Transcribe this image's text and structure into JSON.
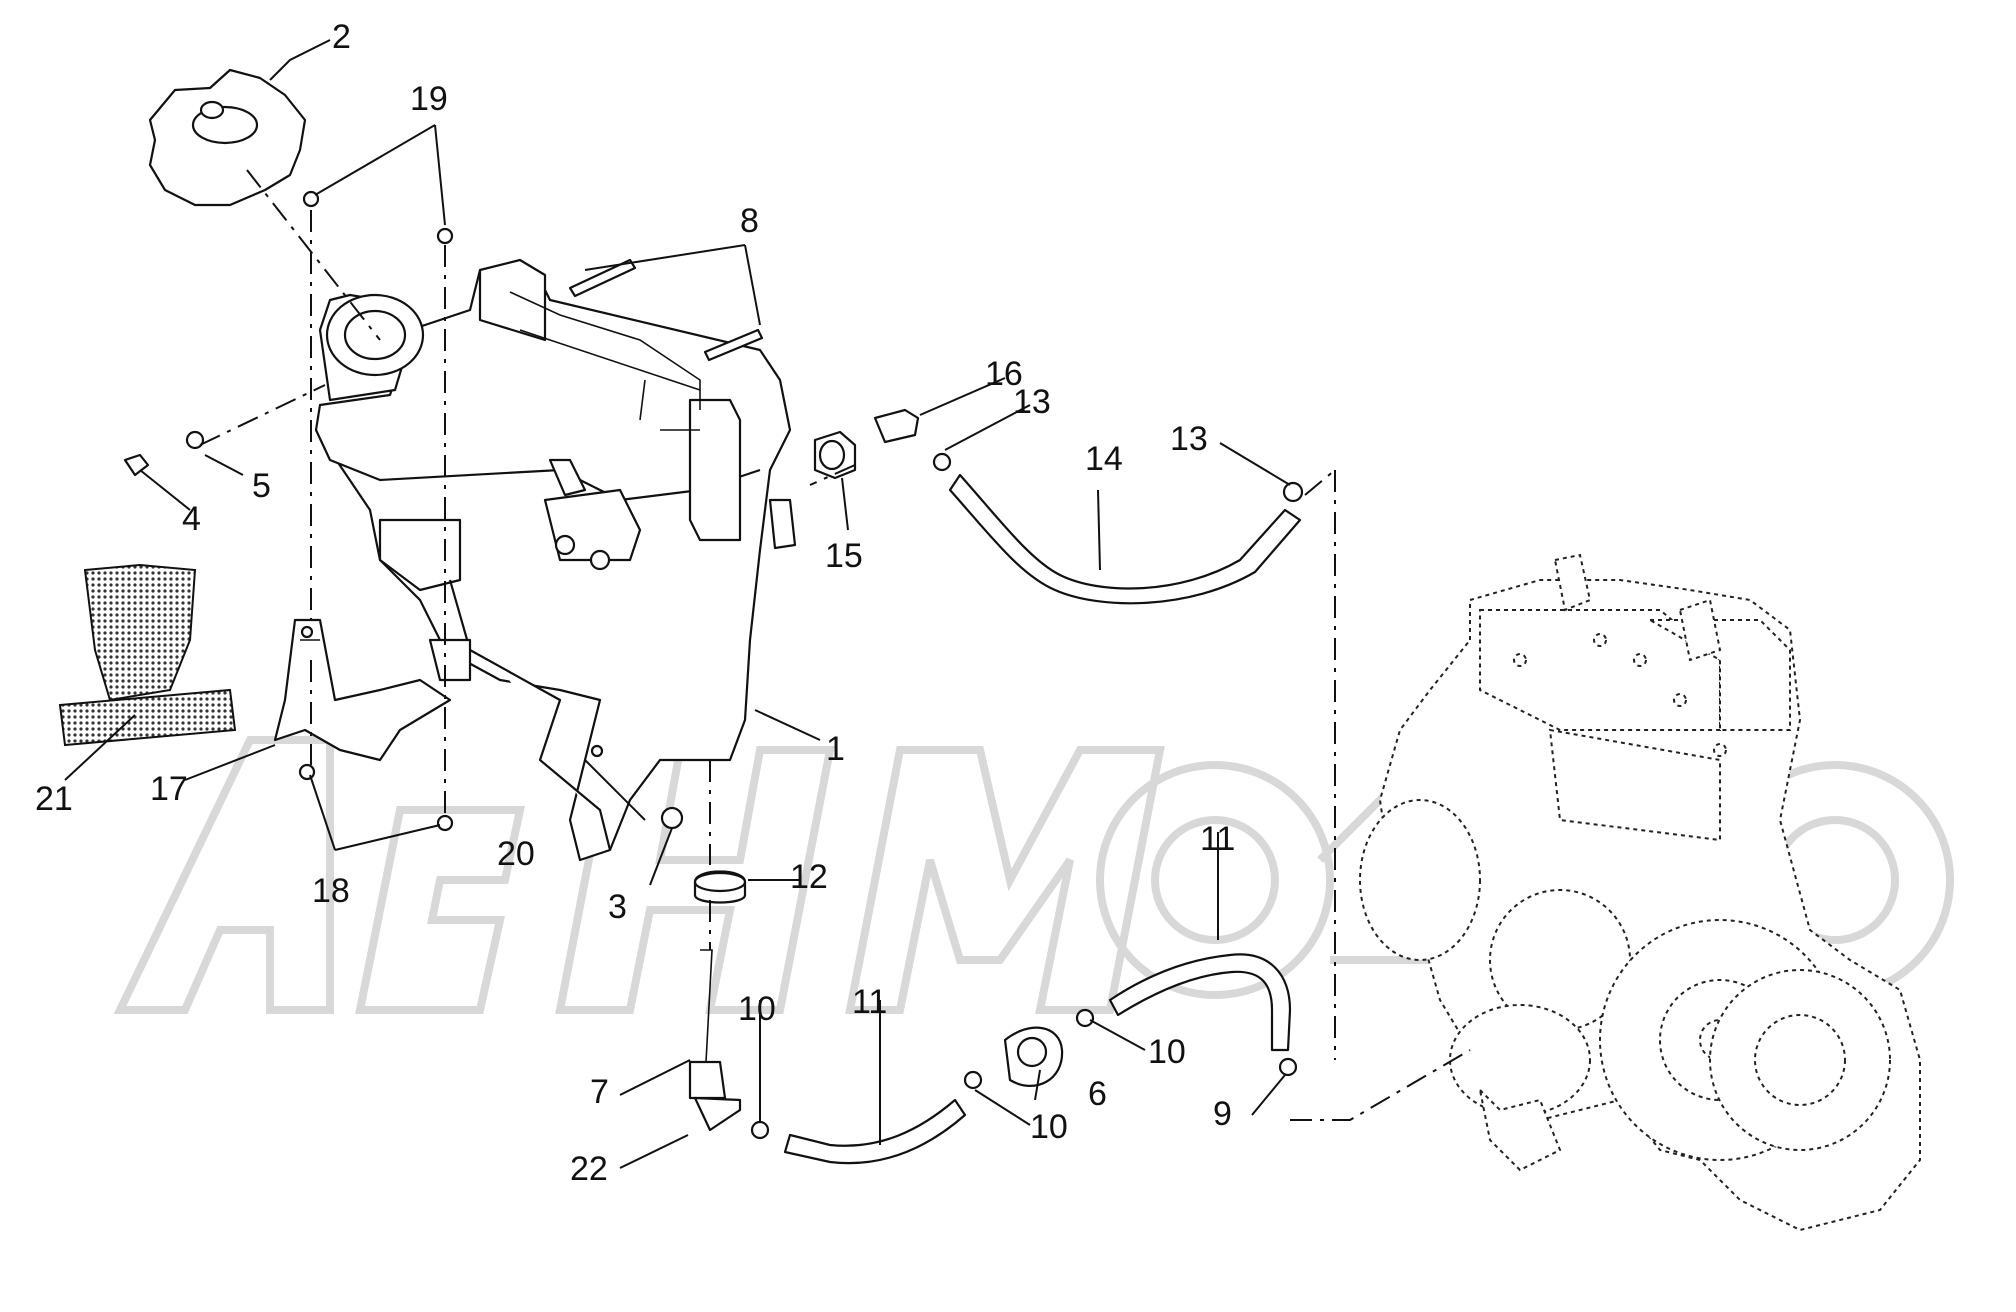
{
  "watermark": "",
  "labels": {
    "l1": "1",
    "l2": "2",
    "l3": "3",
    "l4": "4",
    "l5": "5",
    "l6": "6",
    "l7": "7",
    "l8": "8",
    "l9": "9",
    "l10a": "10",
    "l10b": "10",
    "l10c": "10",
    "l11a": "11",
    "l11b": "11",
    "l12": "12",
    "l13a": "13",
    "l13b": "13",
    "l14": "14",
    "l15": "15",
    "l16": "16",
    "l17": "17",
    "l18": "18",
    "l19": "19",
    "l20": "20",
    "l21": "21",
    "l22": "22"
  }
}
